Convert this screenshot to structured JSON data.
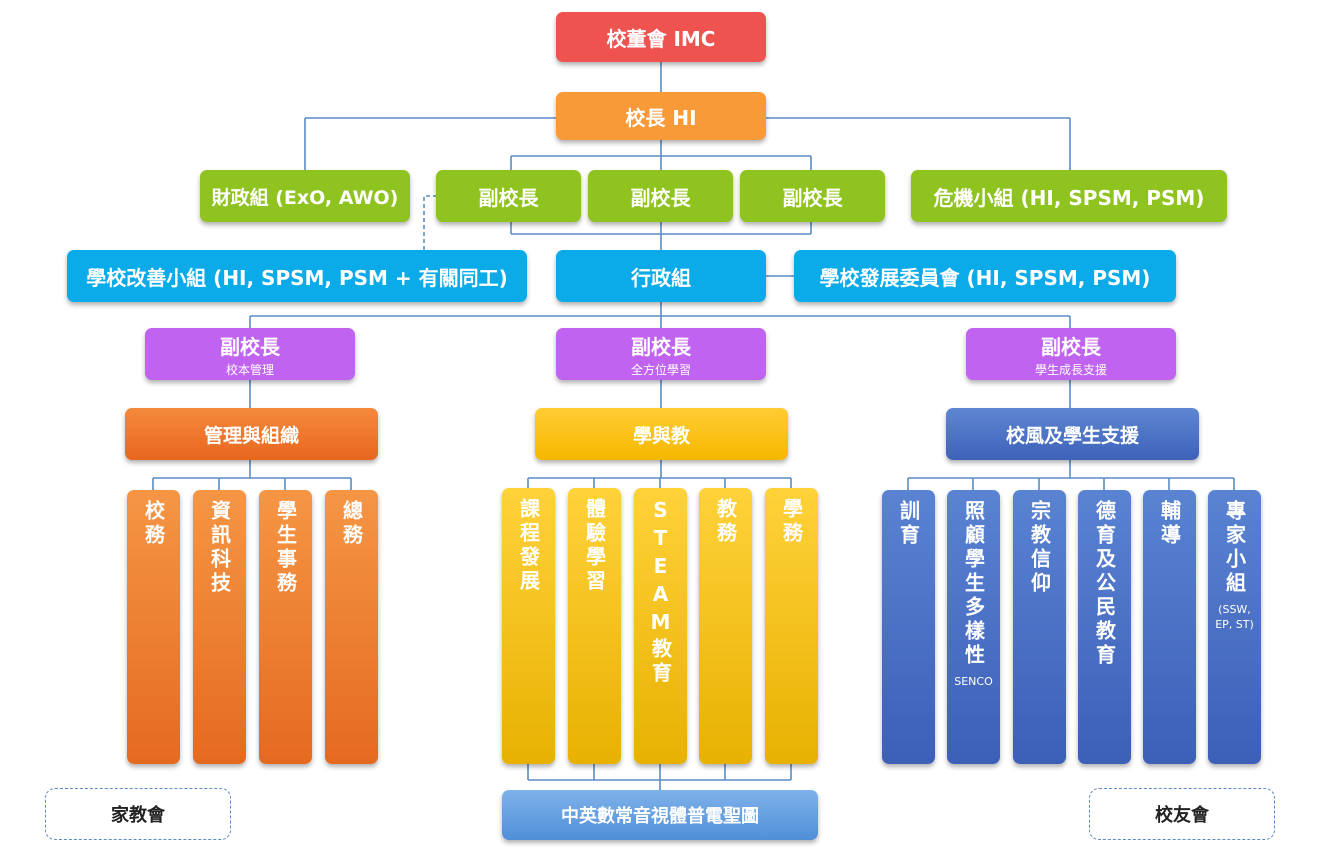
{
  "imc": "校董會 IMC",
  "hi": "校長 HI",
  "finance": "財政組 (ExO, AWO)",
  "deputy_top": [
    "副校長",
    "副校長",
    "副校長"
  ],
  "crisis": "危機小組 (HI, SPSM, PSM)",
  "improvement": "學校改善小組 (HI, SPSM, PSM + 有關同工)",
  "admin": "行政組",
  "development": "學校發展委員會 (HI, SPSM, PSM)",
  "deputies": [
    {
      "title": "副校長",
      "sub": "校本管理"
    },
    {
      "title": "副校長",
      "sub": "全方位學習"
    },
    {
      "title": "副校長",
      "sub": "學生成長支援"
    }
  ],
  "branches": [
    "管理與組織",
    "學與教",
    "校風及學生支援"
  ],
  "columns_left": [
    "校務",
    "資訊科技",
    "學生事務",
    "總務"
  ],
  "columns_mid": [
    "課程發展",
    "體驗學習",
    "STEAM教育",
    "教務",
    "學務"
  ],
  "columns_right": [
    {
      "title": "訓育",
      "note": ""
    },
    {
      "title": "照顧學生多樣性",
      "note": "SENCO"
    },
    {
      "title": "宗教信仰",
      "note": ""
    },
    {
      "title": "德育及公民教育",
      "note": ""
    },
    {
      "title": "輔導",
      "note": ""
    },
    {
      "title": "專家小組",
      "note": "(SSW, EP, ST)"
    }
  ],
  "resource_centre": "中英數常音視體普電聖圖",
  "pta": "家教會",
  "alumni": "校友會"
}
